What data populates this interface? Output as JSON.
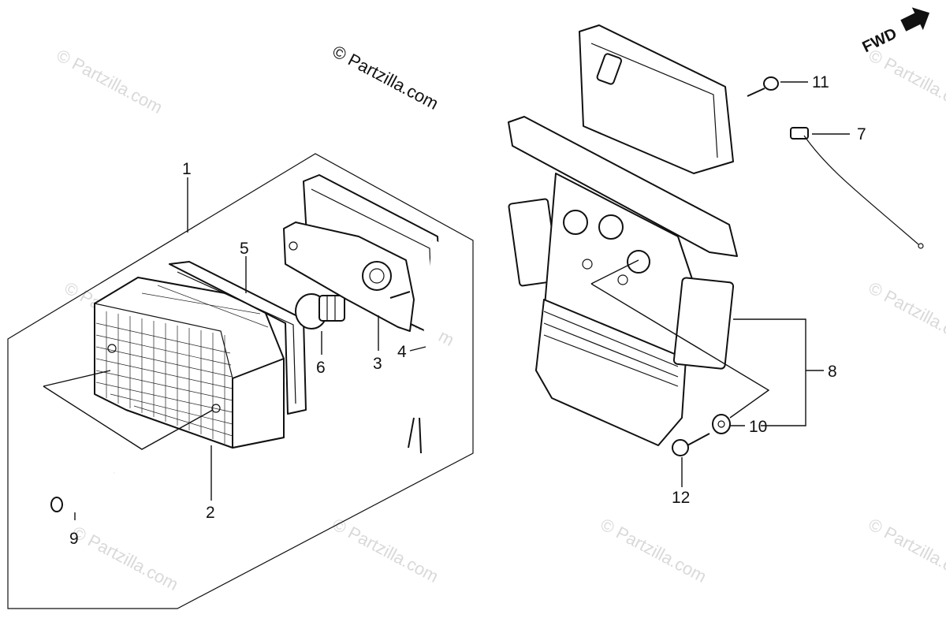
{
  "copyright": "© Partzilla.com",
  "watermark": "© Partzilla.com",
  "direction_label": "FWD",
  "callouts": {
    "c1": "1",
    "c2": "2",
    "c3": "3",
    "c4": "4",
    "c5": "5",
    "c6": "6",
    "c7": "7",
    "c8": "8",
    "c9": "9",
    "c10": "10",
    "c11": "11",
    "c12": "12"
  },
  "colors": {
    "ink": "#111111",
    "watermark": "#d9d9d9",
    "background": "#ffffff"
  }
}
